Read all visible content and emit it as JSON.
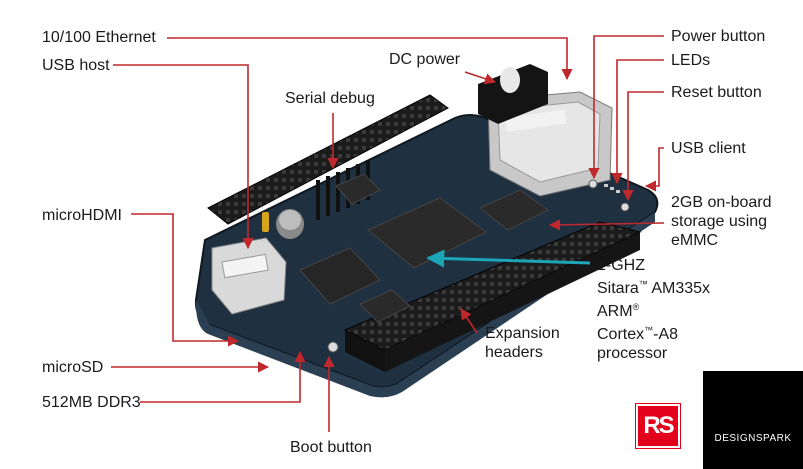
{
  "labels": {
    "ethernet": "10/100 Ethernet",
    "usb_host": "USB host",
    "dc_power": "DC power",
    "serial_debug": "Serial debug",
    "micro_hdmi": "microHDMI",
    "micro_sd": "microSD",
    "ddr3": "512MB DDR3",
    "boot_button": "Boot button",
    "expansion_headers": "Expansion\nheaders",
    "power_button": "Power button",
    "leds": "LEDs",
    "reset_button": "Reset button",
    "usb_client": "USB client",
    "emmc": "2GB on-board\nstorage using\neMMC",
    "processor": {
      "line1": "1-GHZ",
      "line2_a": "Sitara",
      "tm": "™",
      "line2_b": " AM335x",
      "line3_a": "ARM",
      "reg": "®",
      "line4_a": "Cortex",
      "line4_b": "-A8",
      "line5": "processor"
    }
  },
  "logos": {
    "rs": "RS",
    "designspark": "DESIGNSPARK"
  },
  "colors": {
    "leader_line": "#c0282d",
    "processor_arrow": "#1aa6b7",
    "pcb": "#1f3040",
    "header": "#1b1b1b",
    "rs_red": "#e2001a"
  }
}
